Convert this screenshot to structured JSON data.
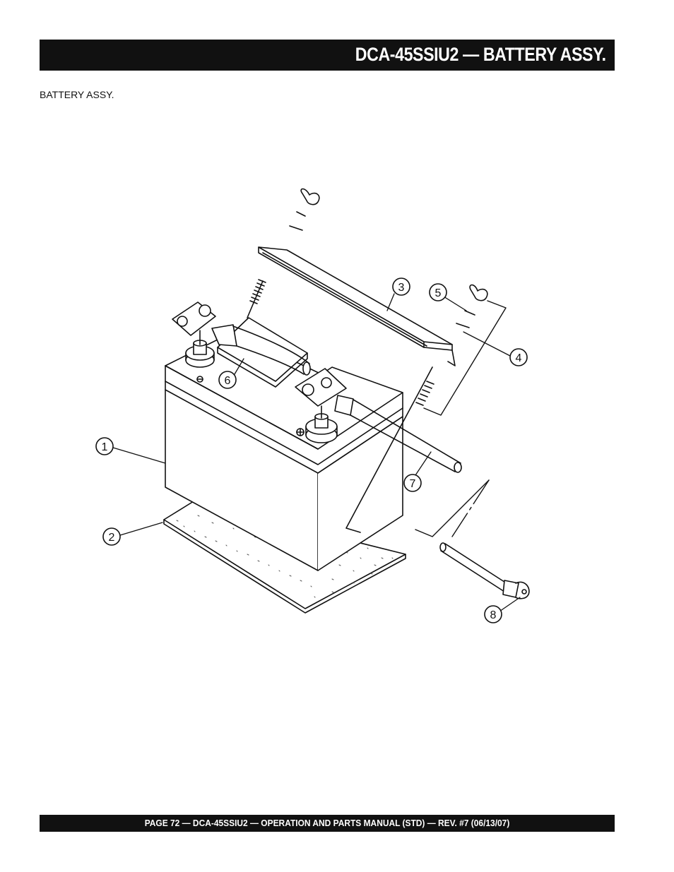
{
  "header": {
    "title": "DCA-45SSIU2 — BATTERY ASSY."
  },
  "section": {
    "label": "BATTERY ASSY."
  },
  "callouts": [
    "1",
    "2",
    "3",
    "4",
    "5",
    "6",
    "7",
    "8"
  ],
  "footer": {
    "text": "PAGE 72 — DCA-45SSIU2 —  OPERATION AND PARTS  MANUAL  (STD) — REV. #7  (06/13/07)"
  }
}
